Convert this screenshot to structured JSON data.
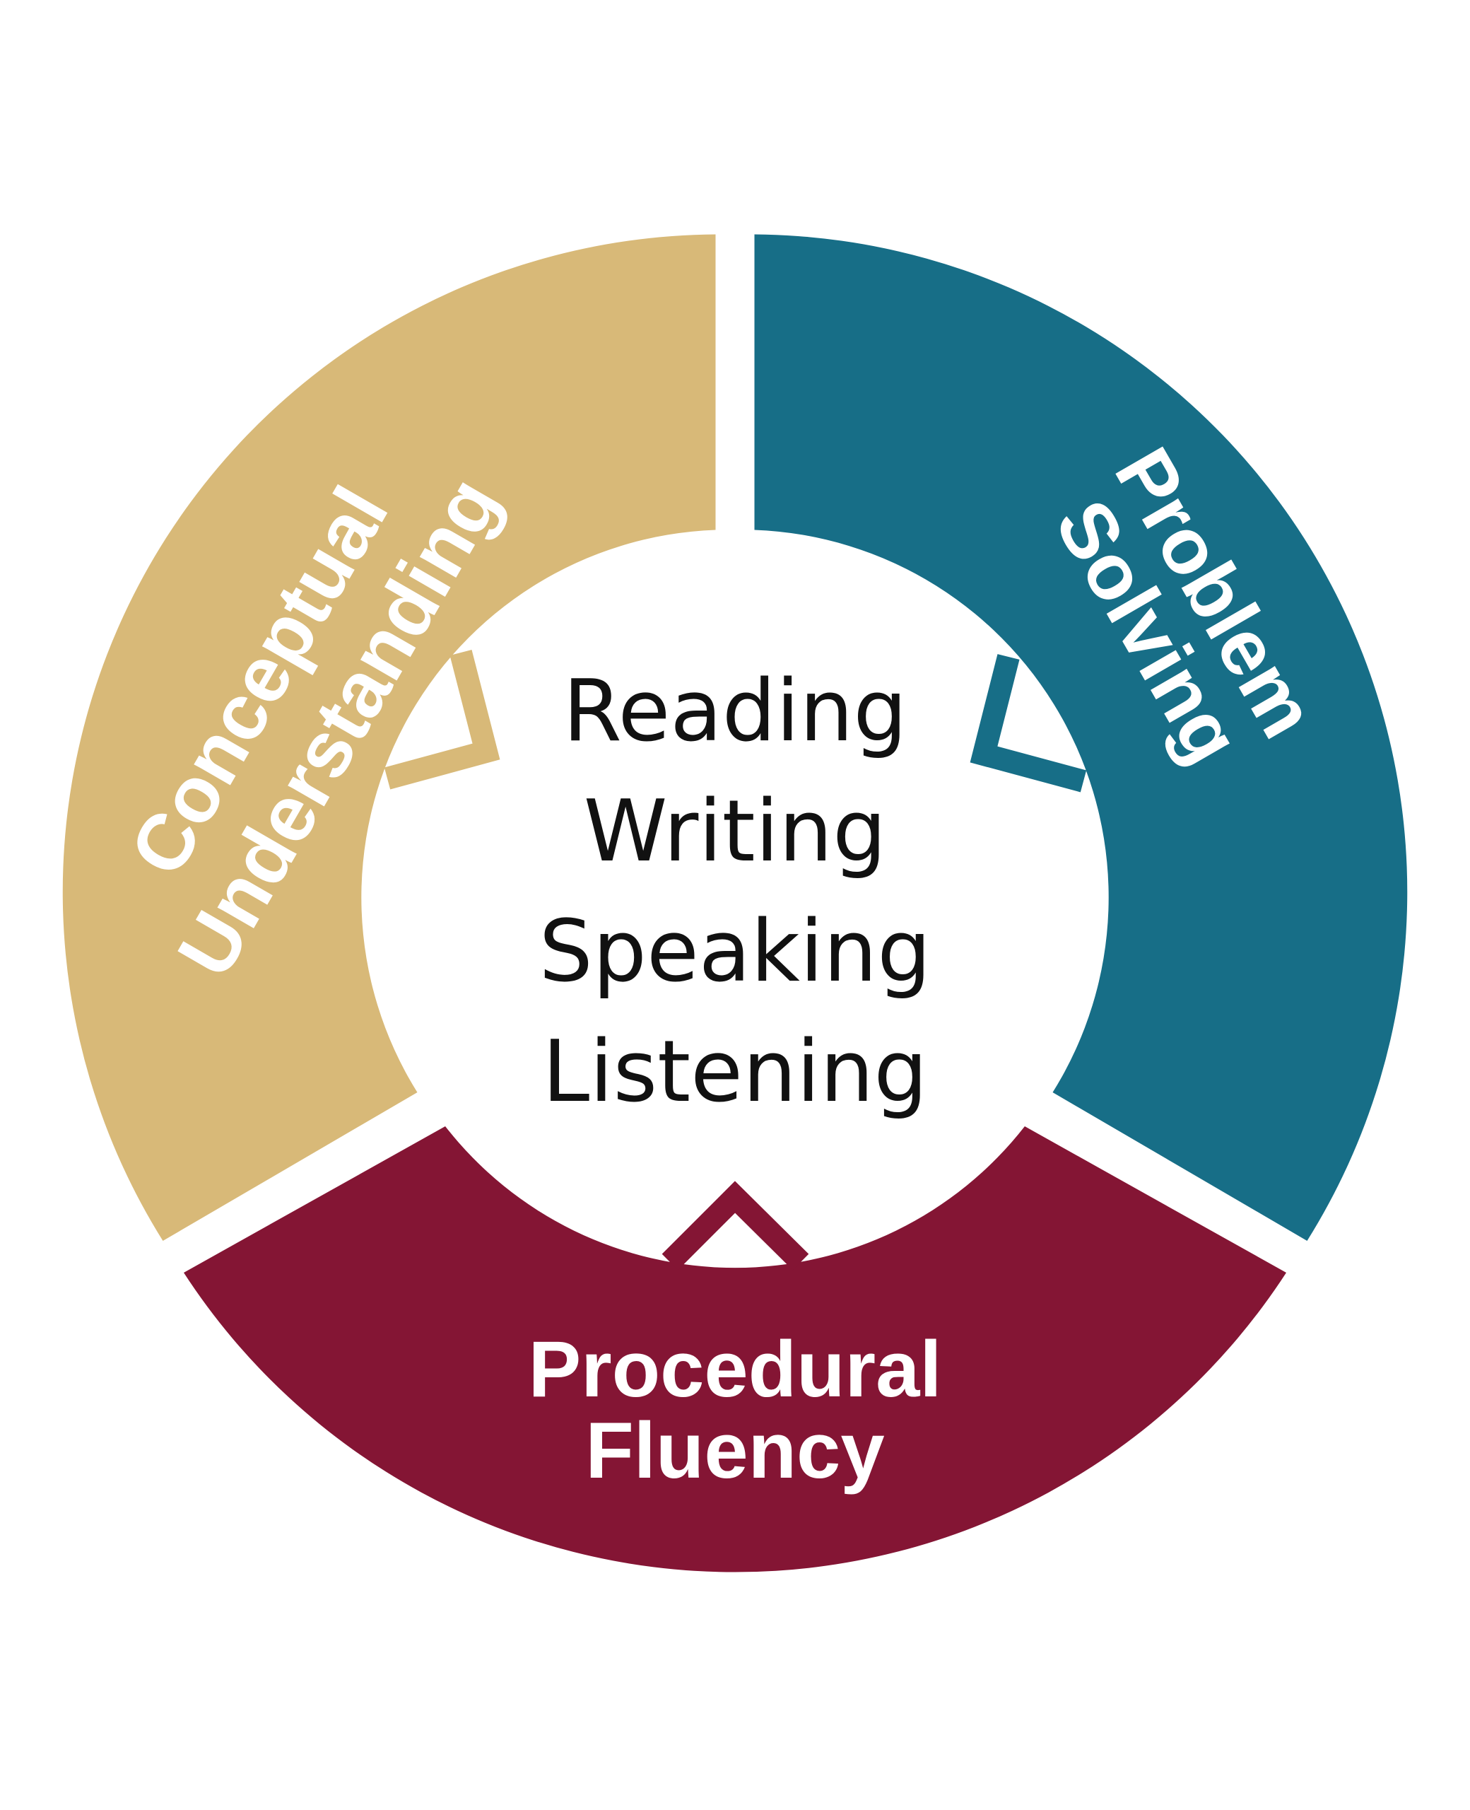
{
  "segments": [
    {
      "id": "conceptual",
      "line1": "Conceptual",
      "line2": "Understanding",
      "color": "#d8b978"
    },
    {
      "id": "problem",
      "line1": "Problem",
      "line2": "Solving",
      "color": "#176e87"
    },
    {
      "id": "procedural",
      "line1": "Procedural",
      "line2": "Fluency",
      "color": "#841534"
    }
  ],
  "center": {
    "words": [
      "Reading",
      "Writing",
      "Speaking",
      "Listening"
    ],
    "text_color": "#111111"
  }
}
